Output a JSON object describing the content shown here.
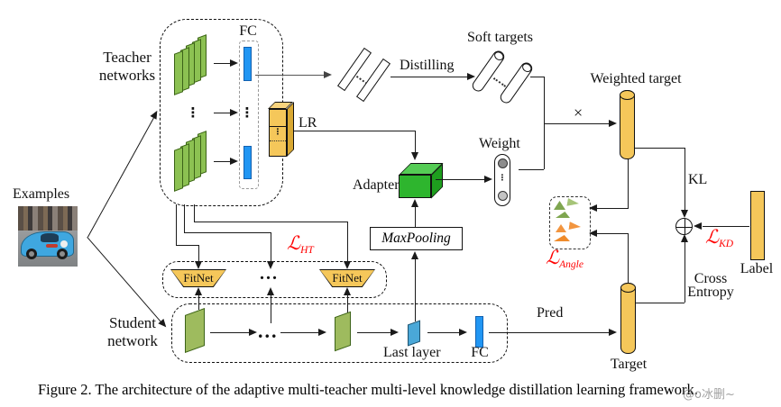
{
  "colors": {
    "line": "#1a1a1a",
    "conv_green": "#8CC152",
    "conv_green_border": "#3C6318",
    "student_green": "#9EBB5E",
    "fc_blue": "#2196F3",
    "fc_blue_border": "#1261B0",
    "last_layer_blue": "#4AA8D8",
    "gold": "#F5C75A",
    "gold_light": "#F8D47E",
    "gold_dark": "#D9A832",
    "adapter_green": "#2EB52E",
    "adapter_green_light": "#55CC55",
    "adapter_green_dark": "#1E9E1E",
    "loss_red": "#FF0000",
    "tri_green": "#7FA650",
    "tri_green_light": "#A6C478",
    "tri_orange": "#F2953F",
    "tri_orange_dark": "#EF8B2B",
    "weight_dark": "#8C8C8C",
    "weight_light": "#C4C4C4",
    "car_blue": "#3FA7E0"
  },
  "diagram": {
    "examples_label": "Examples",
    "teacher": {
      "line1": "Teacher",
      "line2": "networks",
      "fc": "FC",
      "lr": "LR",
      "vdots": "⋮"
    },
    "logits": {
      "distilling": "Distilling",
      "soft_targets": "Soft targets"
    },
    "weight_label": "Weight",
    "weighted_target_label": "Weighted target",
    "times": "×",
    "adapter_label": "Adapter",
    "maxpooling_label": "MaxPooling",
    "fitnet": {
      "label": "FitNet",
      "dots": "..."
    },
    "student": {
      "line1": "Student",
      "line2": "network",
      "dots": "...",
      "last_layer": "Last layer",
      "fc": "FC",
      "pred": "Pred"
    },
    "losses": {
      "script_l": "ℒ",
      "ht": "HT",
      "angle": "Angle",
      "kd": "KD"
    },
    "kl": "KL",
    "cross1": "Cross",
    "cross2": "Entropy",
    "target_label": "Target",
    "label_label": "Label"
  },
  "caption": {
    "text": "Figure 2. The architecture of the adaptive multi-teacher multi-level knowledge distillation learning framework.",
    "watermark": "@o冰删~"
  }
}
